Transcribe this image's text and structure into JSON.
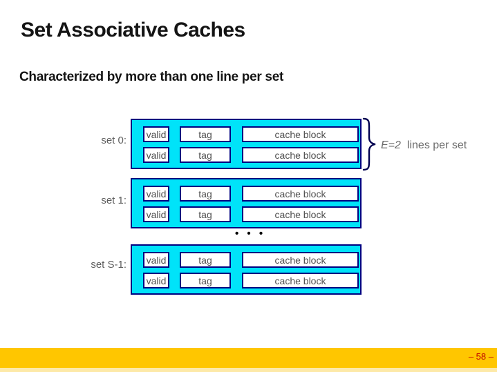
{
  "slide": {
    "title": "Set Associative Caches",
    "subtitle": "Characterized by more than one line per set",
    "page_number": "– 58 –"
  },
  "diagram": {
    "sets": [
      {
        "label": "set 0:",
        "rows": [
          [
            "valid",
            "tag",
            "cache block"
          ],
          [
            "valid",
            "tag",
            "cache block"
          ]
        ]
      },
      {
        "label": "set 1:",
        "rows": [
          [
            "valid",
            "tag",
            "cache block"
          ],
          [
            "valid",
            "tag",
            "cache block"
          ]
        ]
      },
      {
        "label": "set S-1:",
        "rows": [
          [
            "valid",
            "tag",
            "cache block"
          ],
          [
            "valid",
            "tag",
            "cache block"
          ]
        ]
      }
    ],
    "ellipsis": "• • •",
    "annotation": {
      "var": "E=2",
      "rest": "lines per set"
    }
  },
  "colors": {
    "set_fill": "#00e3f9",
    "border_navy": "#000080",
    "title_text": "#141414",
    "gray_text": "#5d5d5d",
    "accent_bar": "#ffc600",
    "accent_bar_light": "#fde9a8",
    "page_red": "#c00000"
  }
}
